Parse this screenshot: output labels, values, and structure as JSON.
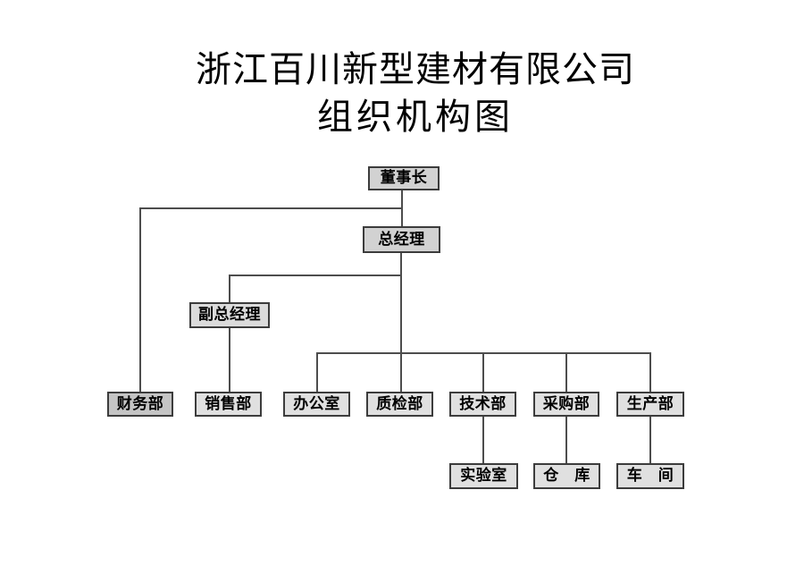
{
  "title": {
    "line1": "浙江百川新型建材有限公司",
    "line2": "组织机构图"
  },
  "colors": {
    "background": "#ffffff",
    "line": "#4d4d4d",
    "node_border": "#3c3c3c",
    "text": "#000000",
    "node_fill_default": "#e0e0e0",
    "node_fill_executive": "#d2d2d2",
    "node_fill_finance": "#c4c4c4"
  },
  "nodes": [
    {
      "id": "chairman",
      "label": "董事长",
      "fill": "#d2d2d2"
    },
    {
      "id": "general-manager",
      "label": "总经理",
      "fill": "#d2d2d2"
    },
    {
      "id": "deputy-general-manager",
      "label": "副总经理",
      "fill": "#dbdbdb"
    },
    {
      "id": "finance-dept",
      "label": "财务部",
      "fill": "#c4c4c4"
    },
    {
      "id": "sales-dept",
      "label": "销售部",
      "fill": "#e0e0e0"
    },
    {
      "id": "office",
      "label": "办公室",
      "fill": "#e0e0e0"
    },
    {
      "id": "quality-dept",
      "label": "质检部",
      "fill": "#e0e0e0"
    },
    {
      "id": "technology-dept",
      "label": "技术部",
      "fill": "#e0e0e0"
    },
    {
      "id": "purchasing-dept",
      "label": "采购部",
      "fill": "#e0e0e0"
    },
    {
      "id": "production-dept",
      "label": "生产部",
      "fill": "#e0e0e0"
    },
    {
      "id": "laboratory",
      "label": "实验室",
      "fill": "#e0e0e0"
    },
    {
      "id": "warehouse",
      "label": "仓　库",
      "fill": "#e0e0e0"
    },
    {
      "id": "workshop",
      "label": "车　间",
      "fill": "#e0e0e0"
    }
  ],
  "edges": [
    {
      "from": "chairman",
      "to": "general-manager"
    },
    {
      "from": "chairman",
      "to": "finance-dept"
    },
    {
      "from": "general-manager",
      "to": "deputy-general-manager"
    },
    {
      "from": "deputy-general-manager",
      "to": "sales-dept"
    },
    {
      "from": "general-manager",
      "to": "office"
    },
    {
      "from": "general-manager",
      "to": "quality-dept"
    },
    {
      "from": "general-manager",
      "to": "technology-dept"
    },
    {
      "from": "general-manager",
      "to": "purchasing-dept"
    },
    {
      "from": "general-manager",
      "to": "production-dept"
    },
    {
      "from": "technology-dept",
      "to": "laboratory"
    },
    {
      "from": "purchasing-dept",
      "to": "warehouse"
    },
    {
      "from": "production-dept",
      "to": "workshop"
    }
  ]
}
